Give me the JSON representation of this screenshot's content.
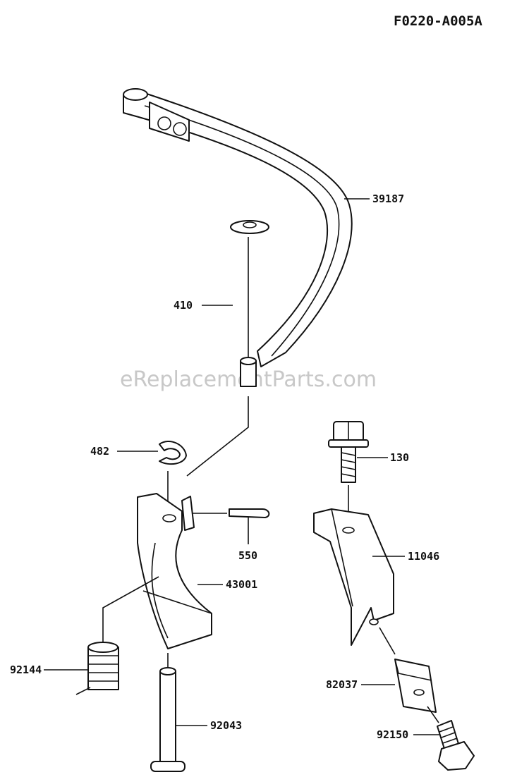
{
  "diagram": {
    "drawing_code": "F0220-A005A",
    "watermark": "eReplacementParts.com",
    "parts": [
      {
        "id": "39187",
        "label": "39187"
      },
      {
        "id": "410",
        "label": "410"
      },
      {
        "id": "482",
        "label": "482"
      },
      {
        "id": "130",
        "label": "130"
      },
      {
        "id": "550",
        "label": "550"
      },
      {
        "id": "11046",
        "label": "11046"
      },
      {
        "id": "43001",
        "label": "43001"
      },
      {
        "id": "92144",
        "label": "92144"
      },
      {
        "id": "82037",
        "label": "82037"
      },
      {
        "id": "92043",
        "label": "92043"
      },
      {
        "id": "92150",
        "label": "92150"
      }
    ]
  }
}
